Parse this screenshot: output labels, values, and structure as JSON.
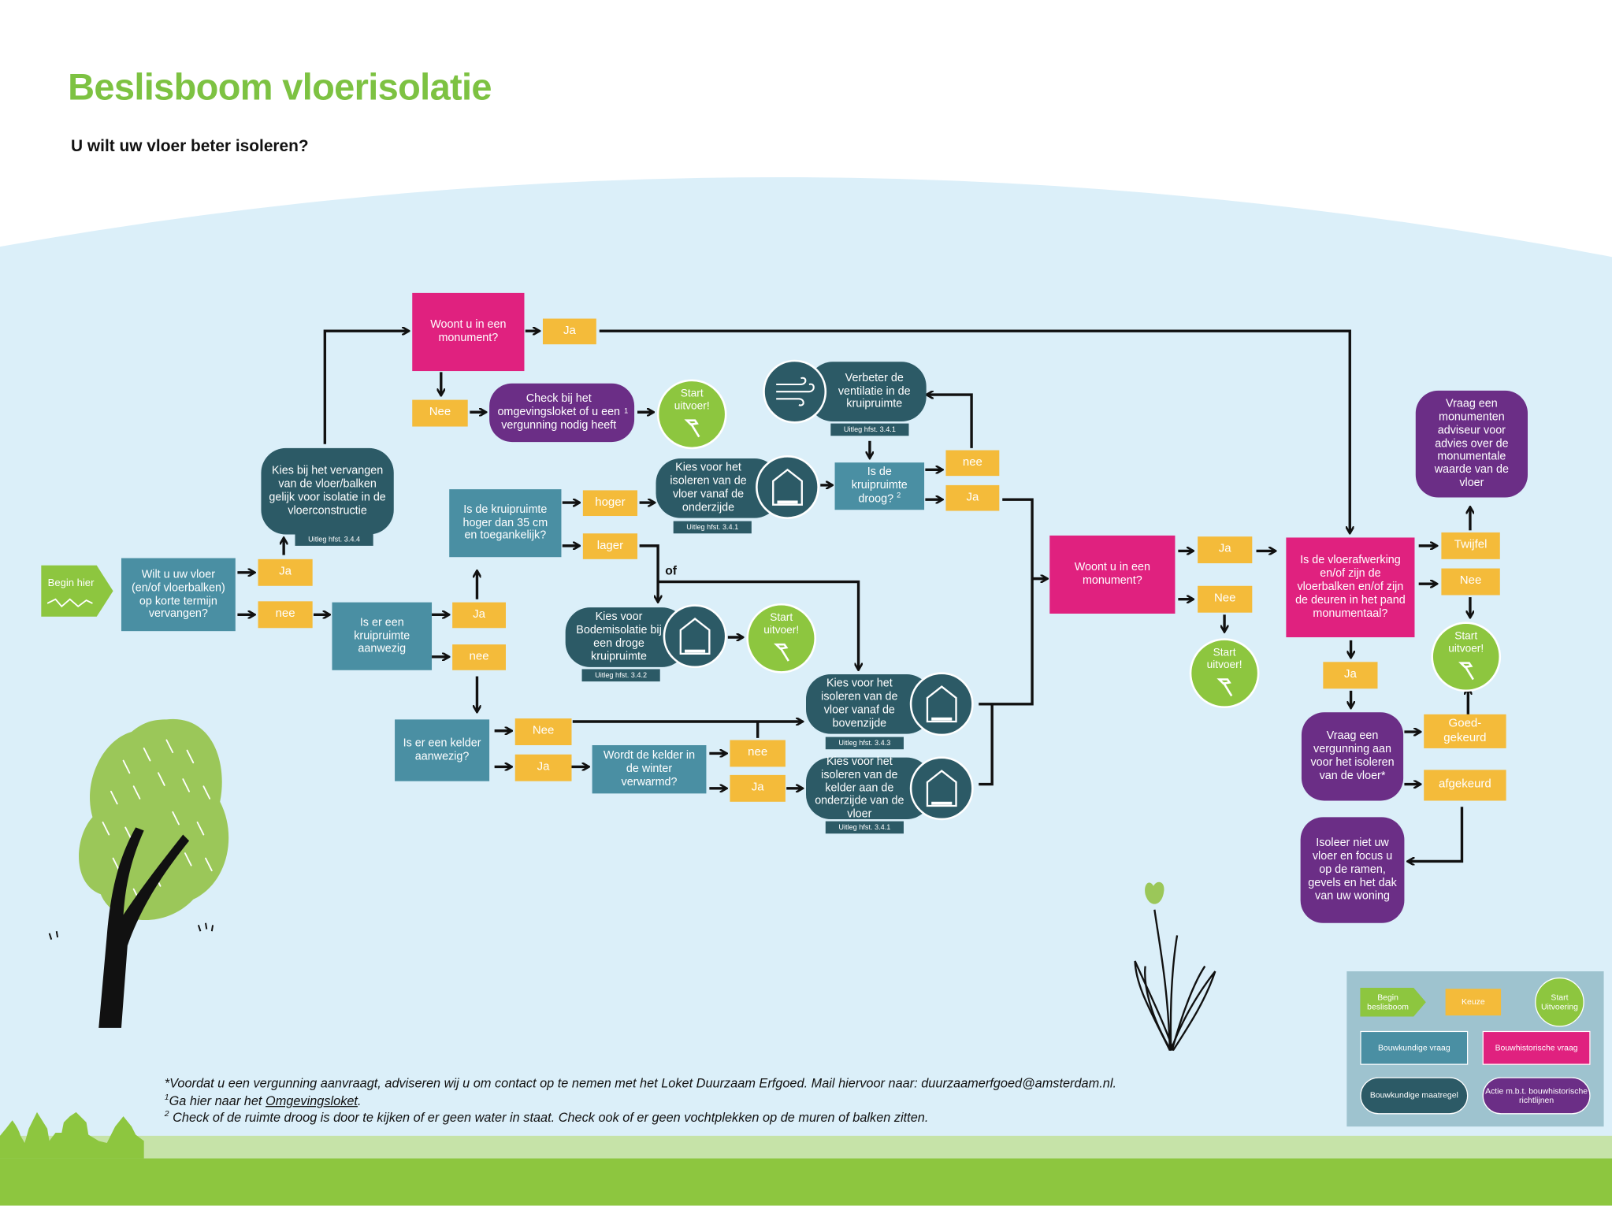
{
  "title": "Beslisboom vloerisolatie",
  "subtitle": "U wilt uw vloer beter isoleren?",
  "nodes": {
    "begin": "Begin hier",
    "q_vervangen": "Wilt u uw vloer (en/of vloerbalken) op korte termijn vervangen?",
    "k_ja1": "Ja",
    "k_nee1": "nee",
    "m_kies_vervangen": "Kies bij het vervangen van de vloer/balken gelijk voor isolatie in de vloerconstructie",
    "ref_344": "Uitleg hfst. 3.4.4",
    "p_monument1": "Woont u in een monument?",
    "k_ja_mon1": "Ja",
    "k_nee_mon1": "Nee",
    "v_check": "Check bij het omgevingsloket of u een vergunning nodig heeft",
    "v_check_sup": "1",
    "s1_line1": "Start",
    "s1_line2": "uitvoer!",
    "q_kruipruimte": "Is er een kruipruimte aanwezig",
    "k_ja_kr": "Ja",
    "k_nee_kr": "nee",
    "q_hoogte": "Is de kruipruimte hoger dan 35 cm en toegankelijk?",
    "k_hoger": "hoger",
    "k_lager": "lager",
    "of_label": "of",
    "m_onderzijde": "Kies voor het isoleren van de vloer vanaf de onderzijde",
    "ref_341a": "Uitleg hfst. 3.4.1",
    "m_ventilatie": "Verbeter de ventilatie in de kruipruimte",
    "ref_341b": "Uitleg hfst. 3.4.1",
    "q_droog": "Is de kruipruimte droog?",
    "q_droog_sup": "2",
    "k_nee_droog": "nee",
    "k_ja_droog": "Ja",
    "m_bodem": "Kies voor Bodemisolatie bij een droge kruipruimte",
    "ref_342": "Uitleg hfst. 3.4.2",
    "s2_line1": "Start",
    "s2_line2": "uitvoer!",
    "q_kelder": "Is er een kelder aanwezig?",
    "k_nee_kel": "Nee",
    "k_ja_kel": "Ja",
    "q_verwarmd": "Wordt de kelder in de winter verwarmd?",
    "k_nee_verw": "nee",
    "k_ja_verw": "Ja",
    "m_bovenzijde": "Kies voor het isoleren van de vloer vanaf de bovenzijde",
    "ref_343": "Uitleg hfst. 3.4.3",
    "m_kelder": "Kies voor het isoleren van de kelder aan de onderzijde van de vloer",
    "ref_341c": "Uitleg hfst. 3.4.1",
    "p_monument2": "Woont u in een monument?",
    "k_ja_mon2": "Ja",
    "k_nee_mon2": "Nee",
    "s3_line1": "Start",
    "s3_line2": "uitvoer!",
    "p_afwerking": "Is de vloerafwerking en/of zijn de vloerbalken en/of zijn de deuren in het pand monumentaal?",
    "k_twijfel": "Twijfel",
    "k_nee_afw": "Nee",
    "k_ja_afw": "Ja",
    "v_adviseur": "Vraag een monumenten adviseur voor advies over de monumentale waarde van de vloer",
    "s4_line1": "Start",
    "s4_line2": "uitvoer!",
    "v_vergunning": "Vraag een vergunning aan voor het isoleren van de vloer*",
    "k_goedgekeurd": "Goed-gekeurd",
    "k_afgekeurd": "afgekeurd",
    "v_isoleer_niet": "Isoleer niet uw vloer en focus u op de ramen, gevels en het dak van uw woning"
  },
  "legend": {
    "begin": "Begin beslisboom",
    "keuze": "Keuze",
    "start": "Start Uitvoering",
    "bouwkundige_vraag": "Bouwkundige vraag",
    "bouwhistorische_vraag": "Bouwhistorische vraag",
    "bouwkundige_maatregel": "Bouwkundige maatregel",
    "actie": "Actie m.b.t. bouwhistorische richtlijnen"
  },
  "footnotes": {
    "note_star": "*Voordat u een vergunning aanvraagt, adviseren wij u om contact op te nemen met het Loket Duurzaam Erfgoed. Mail hiervoor naar: duurzaamerfgoed@amsterdam.nl.",
    "note1_marker": "1",
    "note1_text": "Ga hier naar het",
    "note1_link": "Omgevingsloket",
    "note1_end": ".",
    "note2_marker": "2",
    "note2_text": "Check of de ruimte droog is door te kijken of er geen water in staat. Check ook of er geen vochtplekken op de muren of balken zitten."
  },
  "colors": {
    "title_green": "#7dc242",
    "bouwkundige_vraag": "#4a8fa3",
    "bouwhistorische_vraag": "#e0217f",
    "keuze": "#f4bb3a",
    "bouwkundige_maatregel": "#2c5a66",
    "actie": "#6b2e86",
    "start": "#8dc63f",
    "sky": "#dbeff9",
    "ground": "#8dc63f"
  },
  "icons": [
    "start-arrow-icon",
    "hammer-icon",
    "house-icon",
    "wind-icon",
    "tree-illustration",
    "tulip-illustration",
    "city-silhouette"
  ]
}
